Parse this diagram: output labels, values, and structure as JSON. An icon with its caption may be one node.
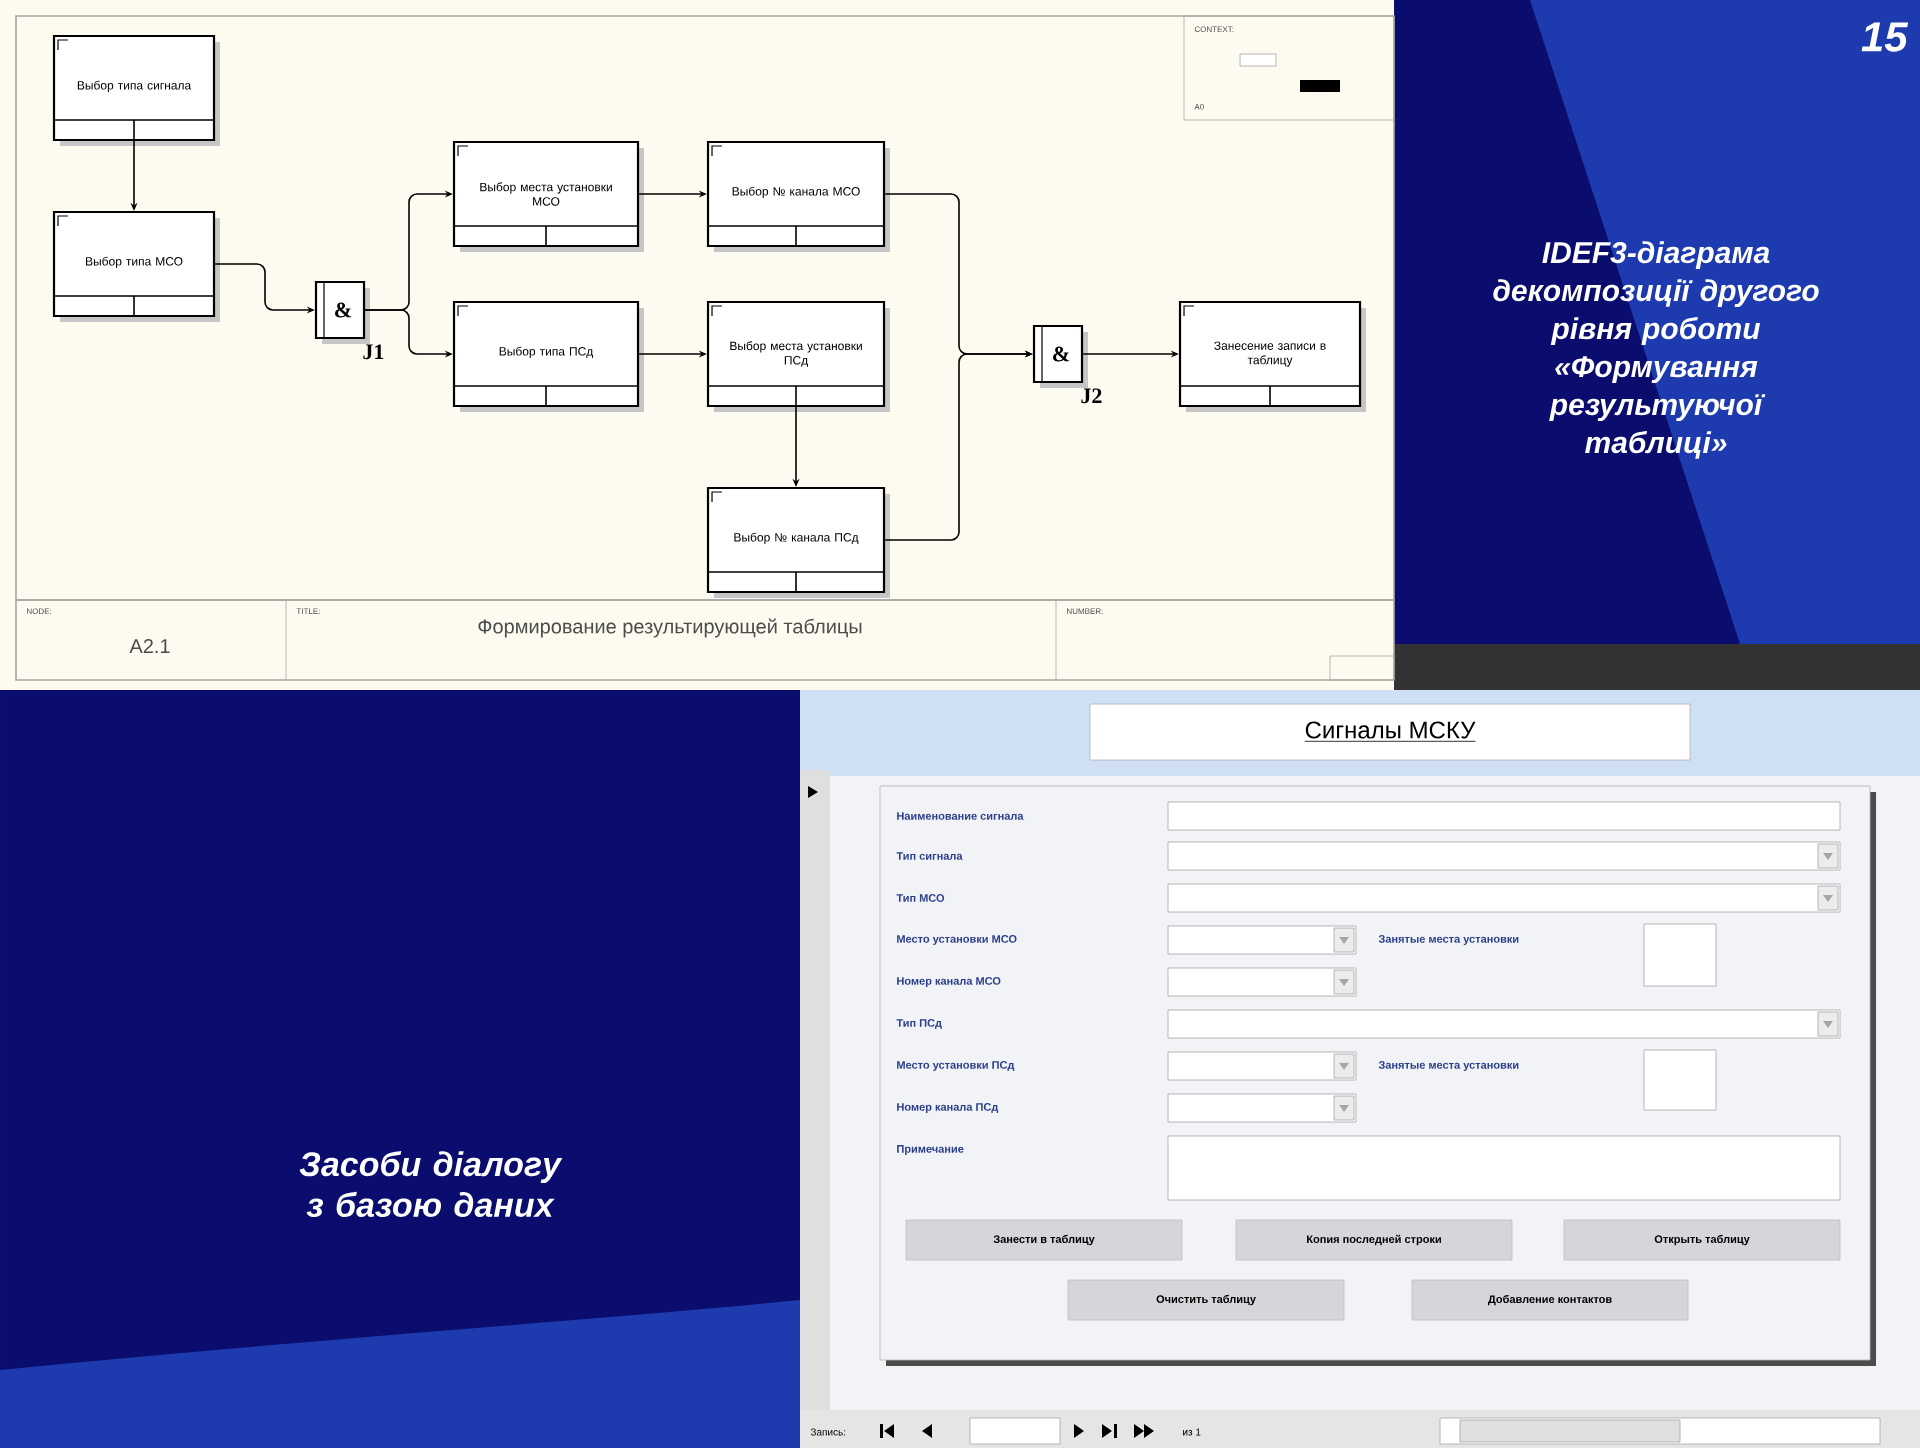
{
  "diagram": {
    "title": "IDEF3-діаграма декомпозиції другого рівня роботи «Формування результуючої таблиці»",
    "nodes": [
      {
        "text": [
          "Выбор типа сигнала"
        ]
      },
      {
        "text": [
          "Выбор типа МСО"
        ]
      },
      {
        "text": [
          "&"
        ],
        "beside": [
          "J1"
        ]
      },
      {
        "text": [
          "Выбор места установки МСО"
        ]
      },
      {
        "text": [
          "Выбор типа ПСд"
        ]
      },
      {
        "text": [
          "Выбор № канала МСО"
        ]
      },
      {
        "text": [
          "Выбор места установки ПСд"
        ]
      },
      {
        "text": [
          "Выбор № канала ПСд"
        ]
      },
      {
        "text": [
          "&"
        ],
        "beside": [
          "J2"
        ]
      },
      {
        "text": [
          "Занесение записи в таблицу"
        ]
      }
    ],
    "edges": [
      {
        "from": 0,
        "to": 1,
        "arrow": "to"
      },
      {
        "from": 1,
        "to": 2,
        "arrow": "to"
      },
      {
        "from": 2,
        "to": 3,
        "arrow": "to"
      },
      {
        "from": 2,
        "to": 4,
        "arrow": "to"
      },
      {
        "from": 3,
        "to": 5,
        "arrow": "to"
      },
      {
        "from": 4,
        "to": 6,
        "arrow": "to"
      },
      {
        "from": 6,
        "to": 7,
        "arrow": "to"
      },
      {
        "from": 5,
        "to": 8,
        "arrow": "to"
      },
      {
        "from": 7,
        "to": 8,
        "arrow": "to"
      },
      {
        "from": 8,
        "to": 9,
        "arrow": "to"
      }
    ],
    "labels": [
      "CONTEXT:",
      "A0",
      "NODE:",
      "A2.1",
      "TITLE:",
      "Формирование результирующей таблицы",
      "NUMBER:",
      "15",
      "Засоби діалогу з базою даних",
      "Сигналы МСКУ",
      "Наименование сигнала",
      "Тип сигнала",
      "Тип МСО",
      "Место установки МСО",
      "Занятые места установки",
      "Номер канала МСО",
      "Тип ПСд",
      "Место установки ПСд",
      "Занятые места установки",
      "Номер канала ПСд",
      "Примечание",
      "Занести в таблицу",
      "Копия последней строки",
      "Открыть таблицу",
      "Очистить таблицу",
      "Добавление контактов",
      "Запись:",
      "из 1"
    ]
  }
}
